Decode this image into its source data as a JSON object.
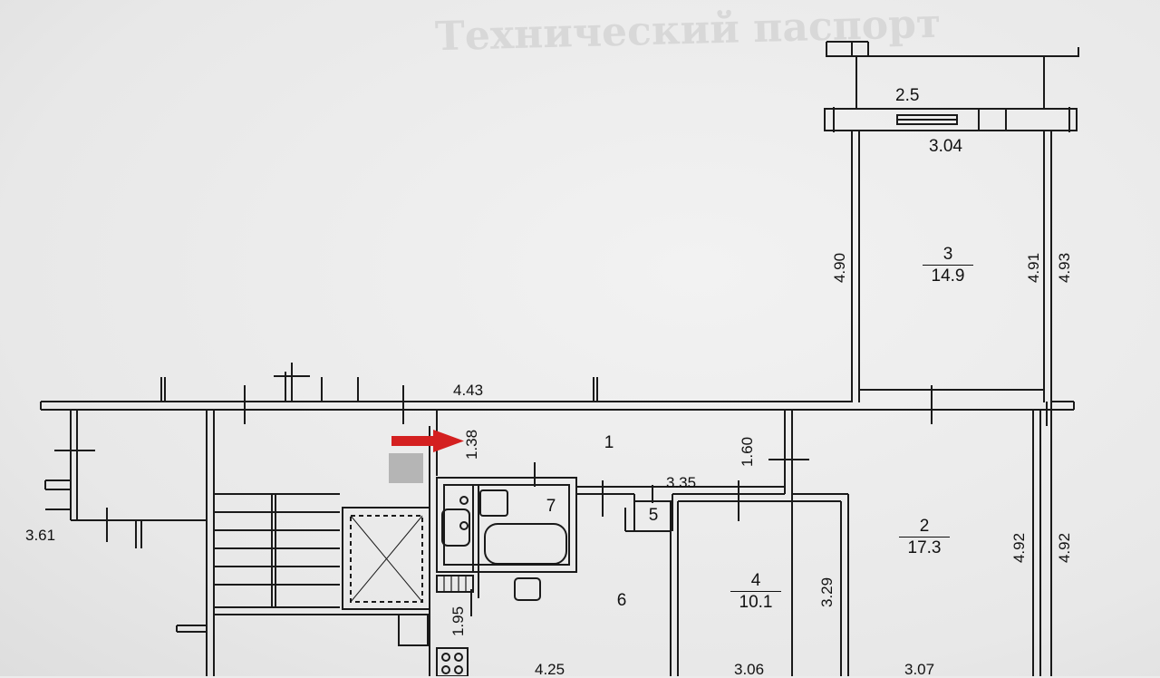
{
  "plan": {
    "background_text": [
      "Технический паспорт"
    ],
    "rooms": [
      {
        "id": "1",
        "number": "1",
        "area": ""
      },
      {
        "id": "2",
        "number": "2",
        "area": "17.3"
      },
      {
        "id": "3",
        "number": "3",
        "area": "14.9"
      },
      {
        "id": "4",
        "number": "4",
        "area": "10.1"
      },
      {
        "id": "5",
        "number": "5",
        "area": ""
      },
      {
        "id": "6",
        "number": "6",
        "area": ""
      },
      {
        "id": "7",
        "number": "7",
        "area": ""
      }
    ],
    "dimensions": {
      "balcony_depth": "2.5",
      "balcony_width": "3.04",
      "room3_left": "4.90",
      "room3_right": "4.91",
      "room3_outer": "4.93",
      "corridor_top": "4.43",
      "corridor_small": "1.38",
      "hall_width": "3.35",
      "hall_height": "1.60",
      "room2_inner": "4.92",
      "room2_outer": "4.92",
      "room4_height": "3.29",
      "kitchen_height": "1.95",
      "kitchen_width": "4.25",
      "room4_width": "3.06",
      "room2_width": "3.07",
      "left_unit": "3.61"
    },
    "colors": {
      "arrow": "#d42020",
      "ink": "#1a1a1a",
      "marker": "#b5b5b5"
    }
  }
}
